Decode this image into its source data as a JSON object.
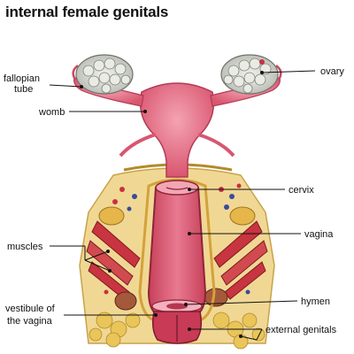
{
  "title": "internal female genitals",
  "labels": {
    "fallopian_tube_line1": "fallopian",
    "fallopian_tube_line2": "tube",
    "ovary": "ovary",
    "womb": "womb",
    "cervix": "cervix",
    "vagina": "vagina",
    "muscles": "muscles",
    "hymen": "hymen",
    "vestibule_line1": "vestibule of",
    "vestibule_line2": "the vagina",
    "external_genitals": "external genitals"
  },
  "colors": {
    "uterus": "#e8798f",
    "uterus_dark": "#c94a63",
    "ovary": "#d9dcd3",
    "tissue": "#f1dc9a",
    "muscle": "#c8343f",
    "leader": "#111111"
  }
}
